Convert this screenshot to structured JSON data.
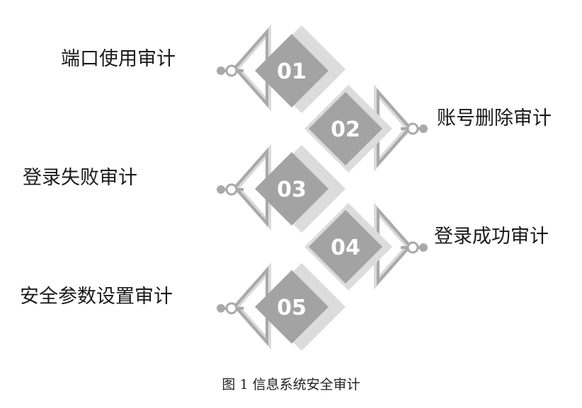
{
  "steps": [
    {
      "number": "01",
      "label": "端口使用审计",
      "side": "left"
    },
    {
      "number": "02",
      "label": "账号删除审计",
      "side": "right"
    },
    {
      "number": "03",
      "label": "登录失败审计",
      "side": "left"
    },
    {
      "number": "04",
      "label": "登录成功审计",
      "side": "right"
    },
    {
      "number": "05",
      "label": "安全参数设置审计",
      "side": "left"
    }
  ],
  "caption": "图 1 信息系统安全审计",
  "colors": {
    "diamond_fill": "#a3a3a3",
    "diamond_shadow": "#dcdcdc",
    "chevron_outer": "#a9a9a9",
    "chevron_inner": "#dadada",
    "text": "#1a1a1a"
  }
}
